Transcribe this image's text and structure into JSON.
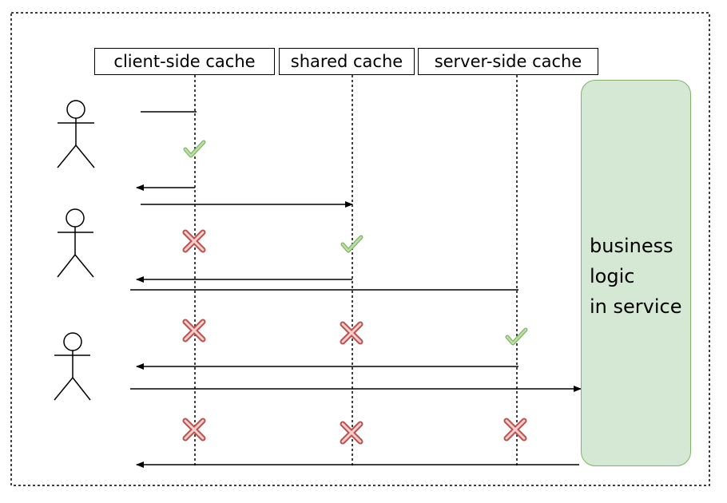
{
  "columns": [
    {
      "id": "client",
      "label": "client-side cache"
    },
    {
      "id": "shared",
      "label": "shared cache"
    },
    {
      "id": "server",
      "label": "server-side cache"
    }
  ],
  "service": {
    "lines": [
      "business",
      "logic",
      "in service"
    ]
  },
  "colors": {
    "service_fill": "#d5e8d4",
    "service_border": "#82b366",
    "hit_check": "#97d077",
    "miss_x_fill": "#f8cecc",
    "miss_x_stroke": "#b85450"
  },
  "scenarios": [
    {
      "actor": "user",
      "results": {
        "client": "hit"
      }
    },
    {
      "actor": "user",
      "results": {
        "client": "miss",
        "shared": "hit"
      }
    },
    {
      "actor": "user",
      "results": {
        "client": "miss",
        "shared": "miss",
        "server": "hit"
      }
    },
    {
      "actor": "none",
      "results": {
        "client": "miss",
        "shared": "miss",
        "server": "miss"
      }
    }
  ]
}
